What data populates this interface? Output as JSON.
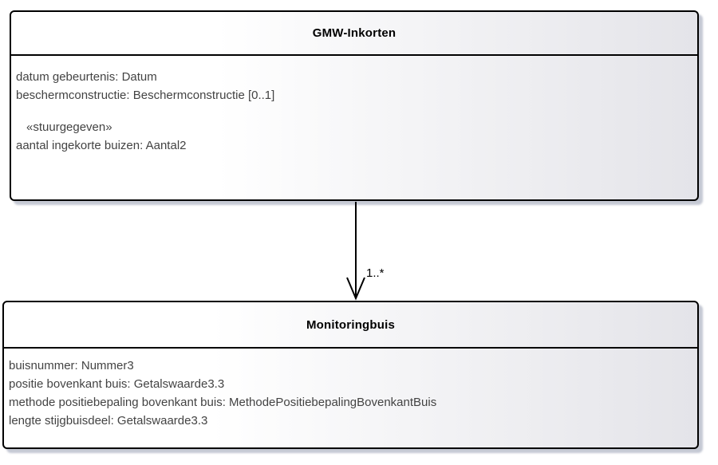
{
  "diagram": {
    "type": "uml-class-diagram",
    "classes": [
      {
        "name": "GMW-Inkorten",
        "attributes": [
          "datum gebeurtenis: Datum",
          "beschermconstructie: Beschermconstructie [0..1]"
        ],
        "stereotype": "«stuurgegeven»",
        "stereotyped_attributes": [
          "aantal ingekorte buizen: Aantal2"
        ]
      },
      {
        "name": "Monitoringbuis",
        "attributes": [
          "buisnummer: Nummer3",
          "positie bovenkant buis: Getalswaarde3.3",
          "methode positiebepaling bovenkant buis: MethodePositiebepalingBovenkantBuis",
          "lengte stijgbuisdeel: Getalswaarde3.3"
        ]
      }
    ],
    "association": {
      "source": "GMW-Inkorten",
      "target": "Monitoringbuis",
      "target_multiplicity": "1..*"
    },
    "colors": {
      "box_border": "#000000",
      "box_fill_left": "#ffffff",
      "box_fill_right": "#e4e4e9",
      "box_shadow": "#8c94aa",
      "title_text": "#000000",
      "attribute_text": "#434343",
      "connector": "#000000",
      "background": "#ffffff"
    }
  }
}
